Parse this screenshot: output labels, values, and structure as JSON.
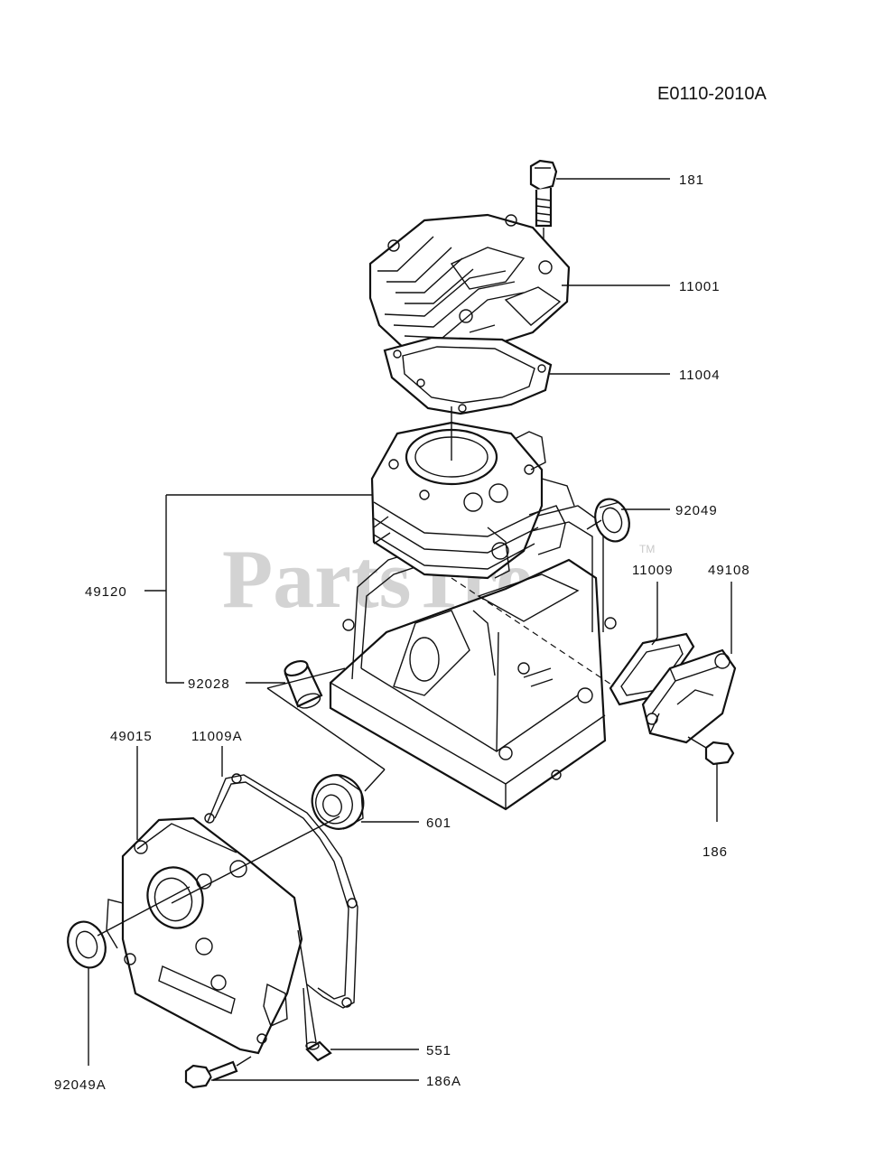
{
  "diagram_code": "E0110-2010A",
  "watermark": "PartsTree",
  "trademark": "TM",
  "labels": {
    "p181": "181",
    "p11001": "11001",
    "p11004": "11004",
    "p92049": "92049",
    "p11009": "11009",
    "p49108": "49108",
    "p49120": "49120",
    "p92028": "92028",
    "p49015": "49015",
    "p11009A": "11009A",
    "p601": "601",
    "p186": "186",
    "p551": "551",
    "p186A": "186A",
    "p92049A": "92049A"
  }
}
